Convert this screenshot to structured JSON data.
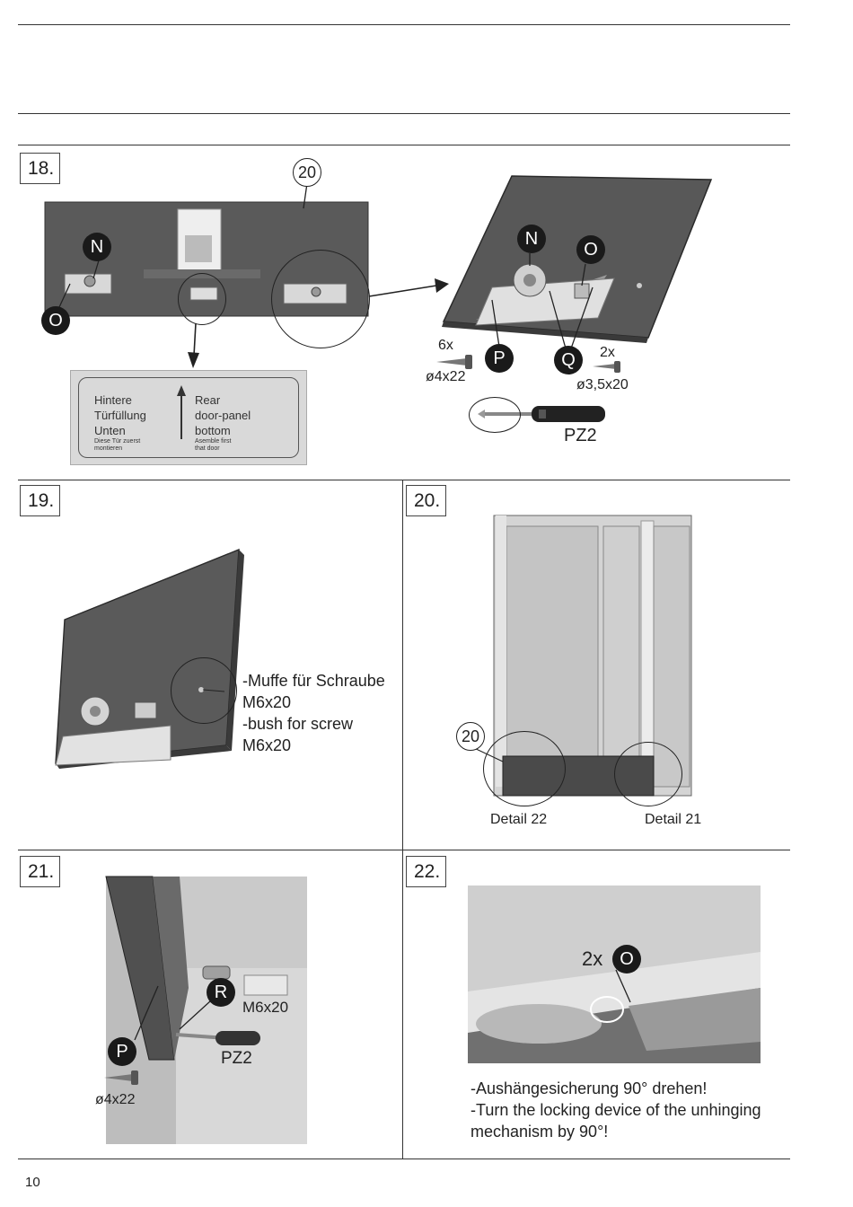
{
  "page_number": "10",
  "steps": {
    "s18": {
      "number": "18.",
      "part_number": "20",
      "badges": {
        "n1": "N",
        "o1": "O",
        "n2": "N",
        "o2": "O",
        "p": "P",
        "q": "Q"
      },
      "label": {
        "de": [
          "Hintere",
          "Türfüllung",
          "Unten",
          "Diese Tür zuerst",
          "montieren"
        ],
        "en": [
          "Rear",
          "door-panel",
          "bottom",
          "Asemble first",
          "that door"
        ]
      },
      "screw1": {
        "qty": "6x",
        "size": "ø4x22"
      },
      "screw2": {
        "qty": "2x",
        "size": "ø3,5x20"
      },
      "tool": "PZ2"
    },
    "s19": {
      "number": "19.",
      "text": [
        "-Muffe für Schraube",
        "M6x20",
        "-bush for screw",
        "M6x20"
      ]
    },
    "s20": {
      "number": "20.",
      "part_number": "20",
      "detail_left": "Detail 22",
      "detail_right": "Detail 21"
    },
    "s21": {
      "number": "21.",
      "badge_r": "R",
      "badge_p": "P",
      "screw_r": "M6x20",
      "tool": "PZ2",
      "screw_p": "ø4x22"
    },
    "s22": {
      "number": "22.",
      "qty": "2x",
      "badge": "O",
      "text": [
        "-Aushängesicherung 90° drehen!",
        "-Turn the locking device of the unhinging",
        "mechanism by 90°!"
      ]
    }
  }
}
